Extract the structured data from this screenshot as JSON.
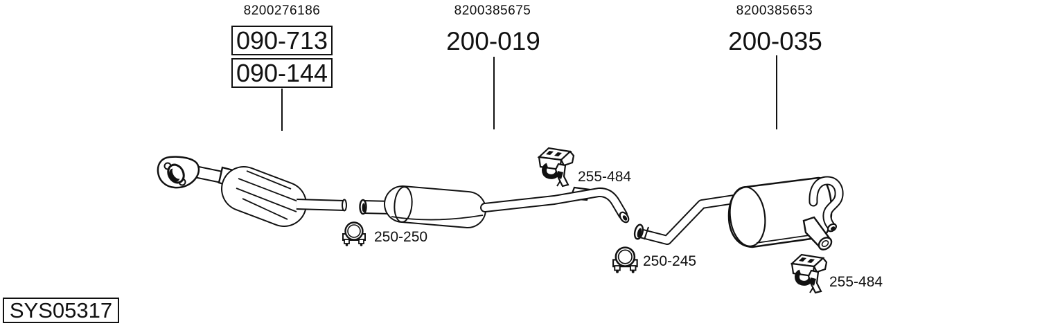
{
  "diagram": {
    "system_code": "SYS05317",
    "groups": [
      {
        "ref": "8200276186",
        "parts": [
          "090-713",
          "090-144"
        ],
        "boxed": true
      },
      {
        "ref": "8200385675",
        "parts": [
          "200-019"
        ],
        "boxed": false
      },
      {
        "ref": "8200385653",
        "parts": [
          "200-035"
        ],
        "boxed": false
      }
    ],
    "mounts": [
      {
        "icon": "clamp-icon",
        "label": "250-250"
      },
      {
        "icon": "hanger-icon",
        "label": "255-484"
      },
      {
        "icon": "clamp-icon",
        "label": "250-245"
      },
      {
        "icon": "hanger-icon",
        "label": "255-484"
      }
    ],
    "colors": {
      "line": "#111111",
      "background": "#ffffff"
    }
  }
}
